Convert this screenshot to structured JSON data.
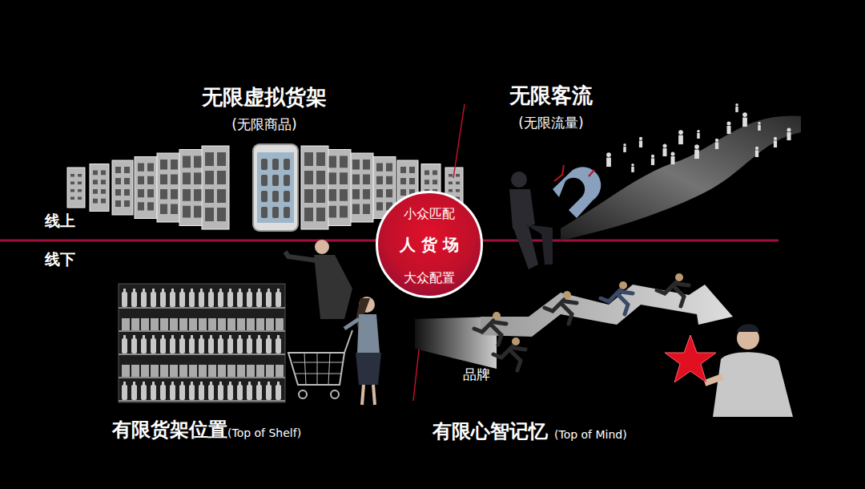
{
  "diagram": {
    "nodes": [
      {
        "text": [
          "小众匹配",
          "人 货 场",
          "大众配置"
        ]
      }
    ],
    "labels": [
      "无限虚拟货架",
      "(无限商品)",
      "无限客流",
      "(无限流量)",
      "线上",
      "线下",
      "品牌",
      "有限货架位置",
      "(Top of Shelf)",
      "有限心智记忆",
      "(Top of Mind)"
    ]
  }
}
